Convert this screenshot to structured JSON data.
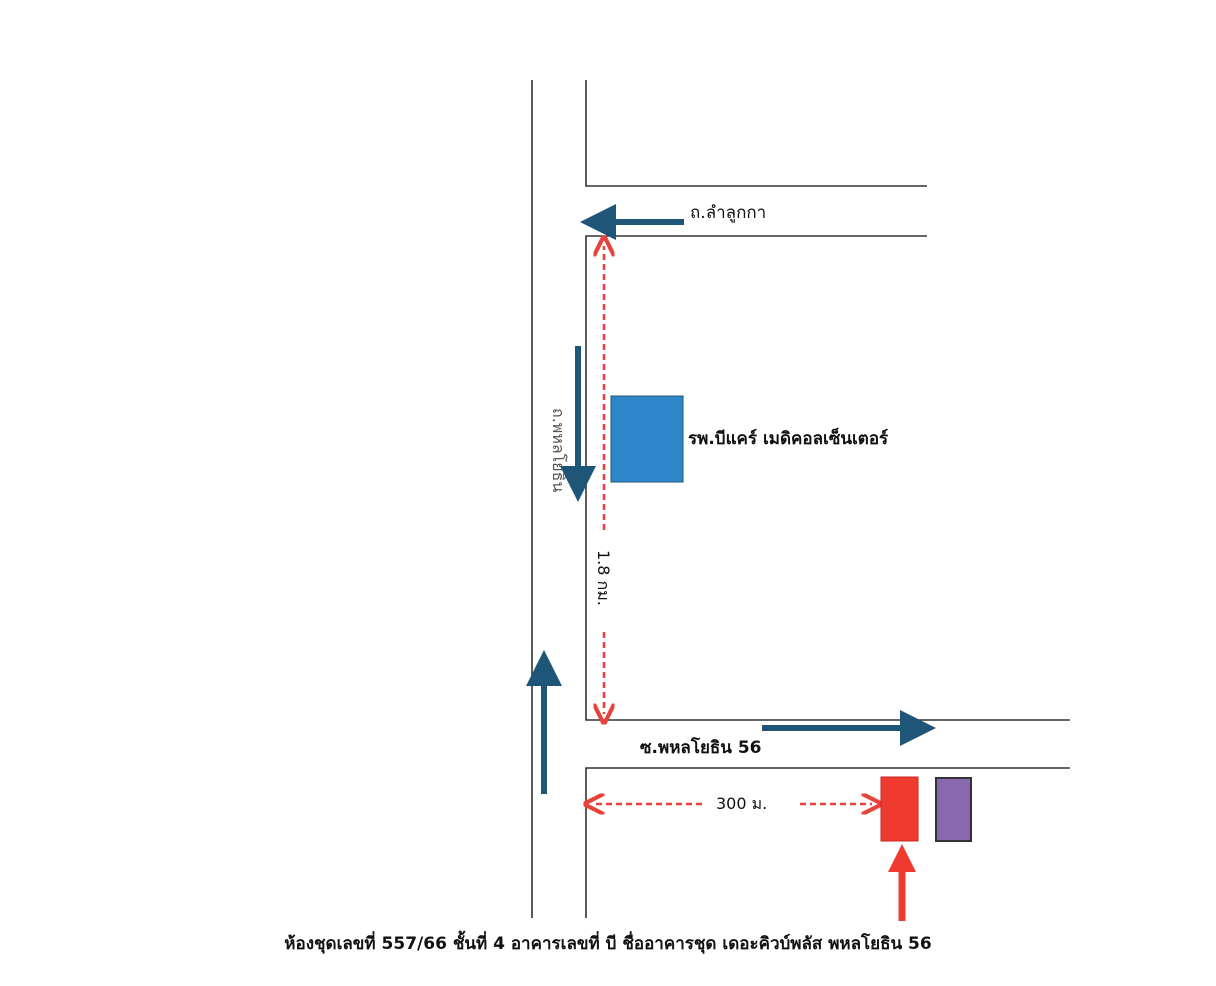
{
  "labels": {
    "lamlukka_road": "ถ.ลำลูกกา",
    "phahonyothin_road": "ถ.พหลโยธิน",
    "hospital": "รพ.บีแคร์ เมดิคอลเซ็นเตอร์",
    "distance_long": "1.8 กม.",
    "soi_phahonyothin_56": "ซ.พหลโยธิน 56",
    "distance_short": "300 ม."
  },
  "caption": "ห้องชุดเลขที่ 557/66  ชั้นที่ 4  อาคารเลขที่ บี ชื่ออาคารชุด เดอะคิวบ์พลัส พหลโยธิน 56",
  "colors": {
    "road_line": "#333333",
    "direction_arrow": "#1f5677",
    "distance_marker": "#e8423a",
    "hospital": "#2e86c9",
    "target_building": "#ef3a2f",
    "neighbor_building": "#8a68b0"
  },
  "icons": {
    "direction_arrow": "arrow-icon",
    "target_pointer": "arrow-up-icon"
  }
}
